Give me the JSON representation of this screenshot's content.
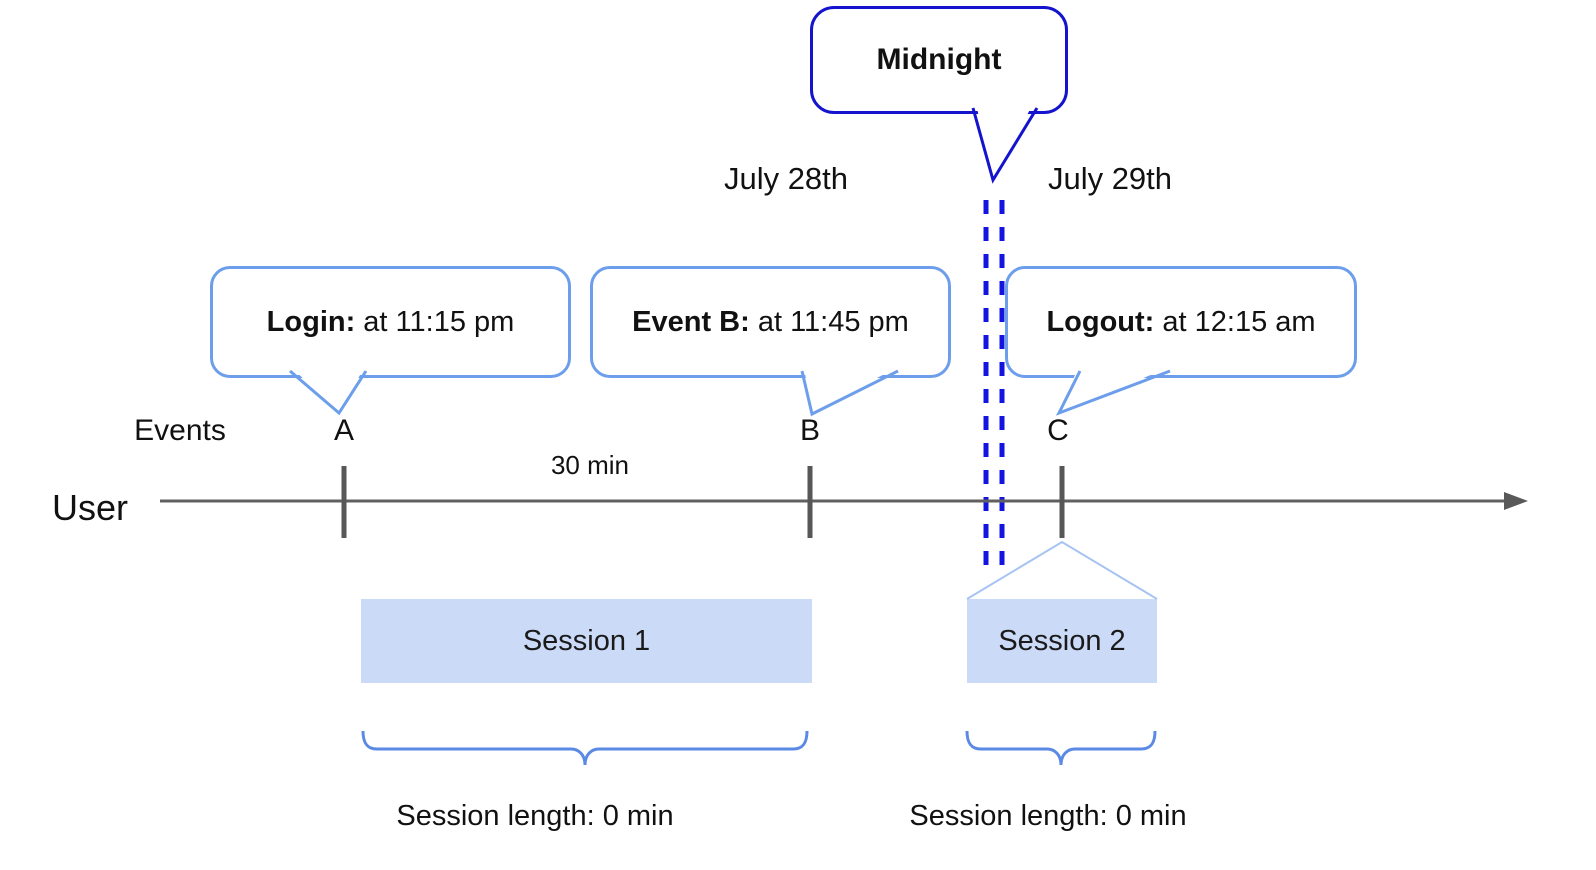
{
  "diagram": {
    "callout_midnight": {
      "label": "Midnight"
    },
    "dates": {
      "left_label": "July 28th",
      "right_label": "July 29th"
    },
    "axis": {
      "events_label": "Events",
      "user_label": "User",
      "interval_label": "30 min"
    },
    "events": [
      {
        "marker": "A",
        "callout_title": "Login:",
        "callout_detail": " at 11:15 pm"
      },
      {
        "marker": "B",
        "callout_title": "Event B:",
        "callout_detail": " at 11:45 pm"
      },
      {
        "marker": "C",
        "callout_title": "Logout:",
        "callout_detail": " at 12:15 am"
      }
    ],
    "sessions": [
      {
        "label": "Session 1",
        "length_label": "Session length: 0 min"
      },
      {
        "label": "Session 2",
        "length_label": "Session length: 0 min"
      }
    ],
    "colors": {
      "midnight_callout_border": "#1414CE",
      "event_callout_border": "#6D9EEB",
      "midnight_dashed_line": "#1414E0",
      "session_bar_fill": "#CBDAF7",
      "brace": "#5B8AE5",
      "timeline": "#606060",
      "connector": "#A6C3F2"
    }
  }
}
